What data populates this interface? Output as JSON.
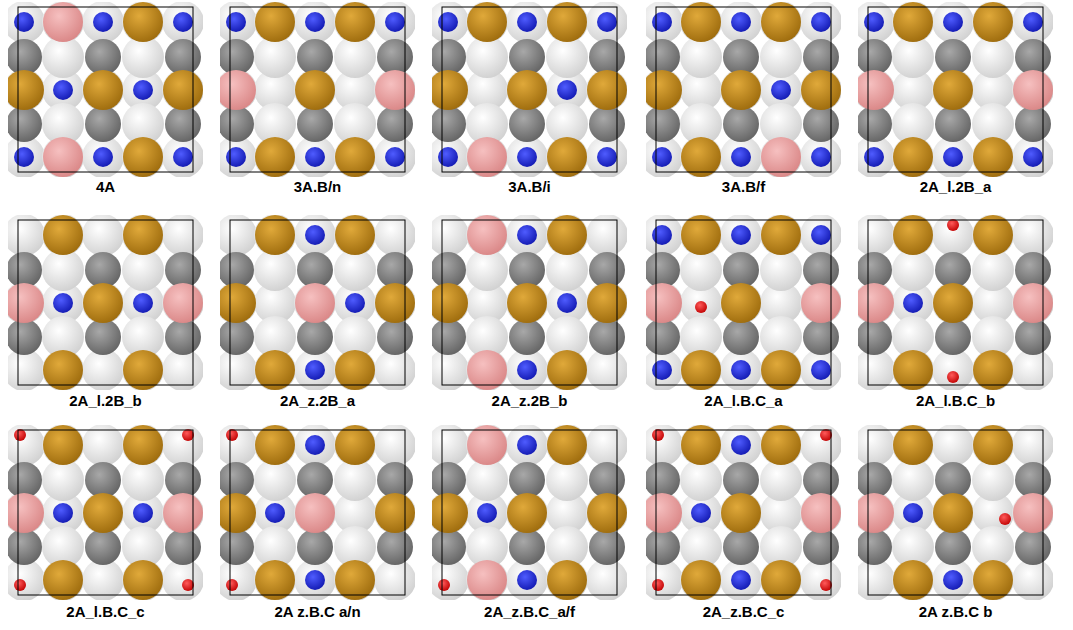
{
  "diagram": {
    "labels": [
      "4A",
      "3A.B/n",
      "3A.B/i",
      "3A.B/f",
      "2A_l.2B_a",
      "2A_l.2B_b",
      "2A_z.2B_a",
      "2A_z.2B_b",
      "2A_l.B.C_a",
      "2A_l.B.C_b",
      "2A_l.B.C_c",
      "2A z.B.C a/n",
      "2A_z.B.C_a/f",
      "2A_z.B.C_c",
      "2A z.B.C b"
    ]
  }
}
